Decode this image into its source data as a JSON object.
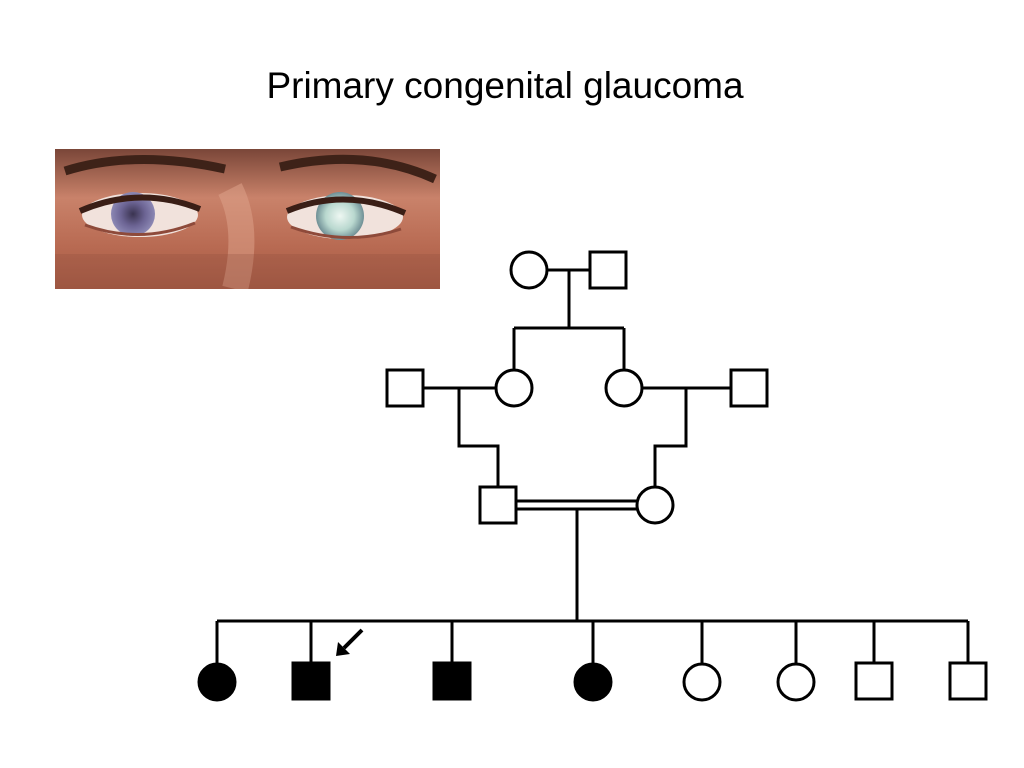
{
  "slide": {
    "title": "Primary congenital glaucoma"
  },
  "photo": {
    "icon": "patient-eyes-photo",
    "colors": {
      "skin": "#b8664c",
      "skin_light": "#d99a80",
      "brow": "#4a2a1e",
      "cornea_clear": "#7a6f9a",
      "cornea_cloudy": "#cfe3dc"
    }
  },
  "pedigree": {
    "colors": {
      "line": "#000000",
      "affected_fill": "#000000",
      "unaffected_fill": "#ffffff"
    },
    "generations": [
      {
        "generation": 1,
        "individuals": [
          {
            "sex": "female",
            "affected": false
          },
          {
            "sex": "male",
            "affected": false
          }
        ]
      },
      {
        "generation": 2,
        "individuals": [
          {
            "sex": "male",
            "affected": false,
            "note": "spouse"
          },
          {
            "sex": "female",
            "affected": false
          },
          {
            "sex": "female",
            "affected": false
          },
          {
            "sex": "male",
            "affected": false,
            "note": "spouse"
          }
        ]
      },
      {
        "generation": 3,
        "consanguineous_union": true,
        "individuals": [
          {
            "sex": "male",
            "affected": false
          },
          {
            "sex": "female",
            "affected": false
          }
        ]
      },
      {
        "generation": 4,
        "individuals": [
          {
            "sex": "female",
            "affected": true
          },
          {
            "sex": "male",
            "affected": true,
            "proband": true
          },
          {
            "sex": "male",
            "affected": true
          },
          {
            "sex": "female",
            "affected": true
          },
          {
            "sex": "female",
            "affected": false
          },
          {
            "sex": "female",
            "affected": false
          },
          {
            "sex": "male",
            "affected": false
          },
          {
            "sex": "male",
            "affected": false
          }
        ]
      }
    ]
  }
}
